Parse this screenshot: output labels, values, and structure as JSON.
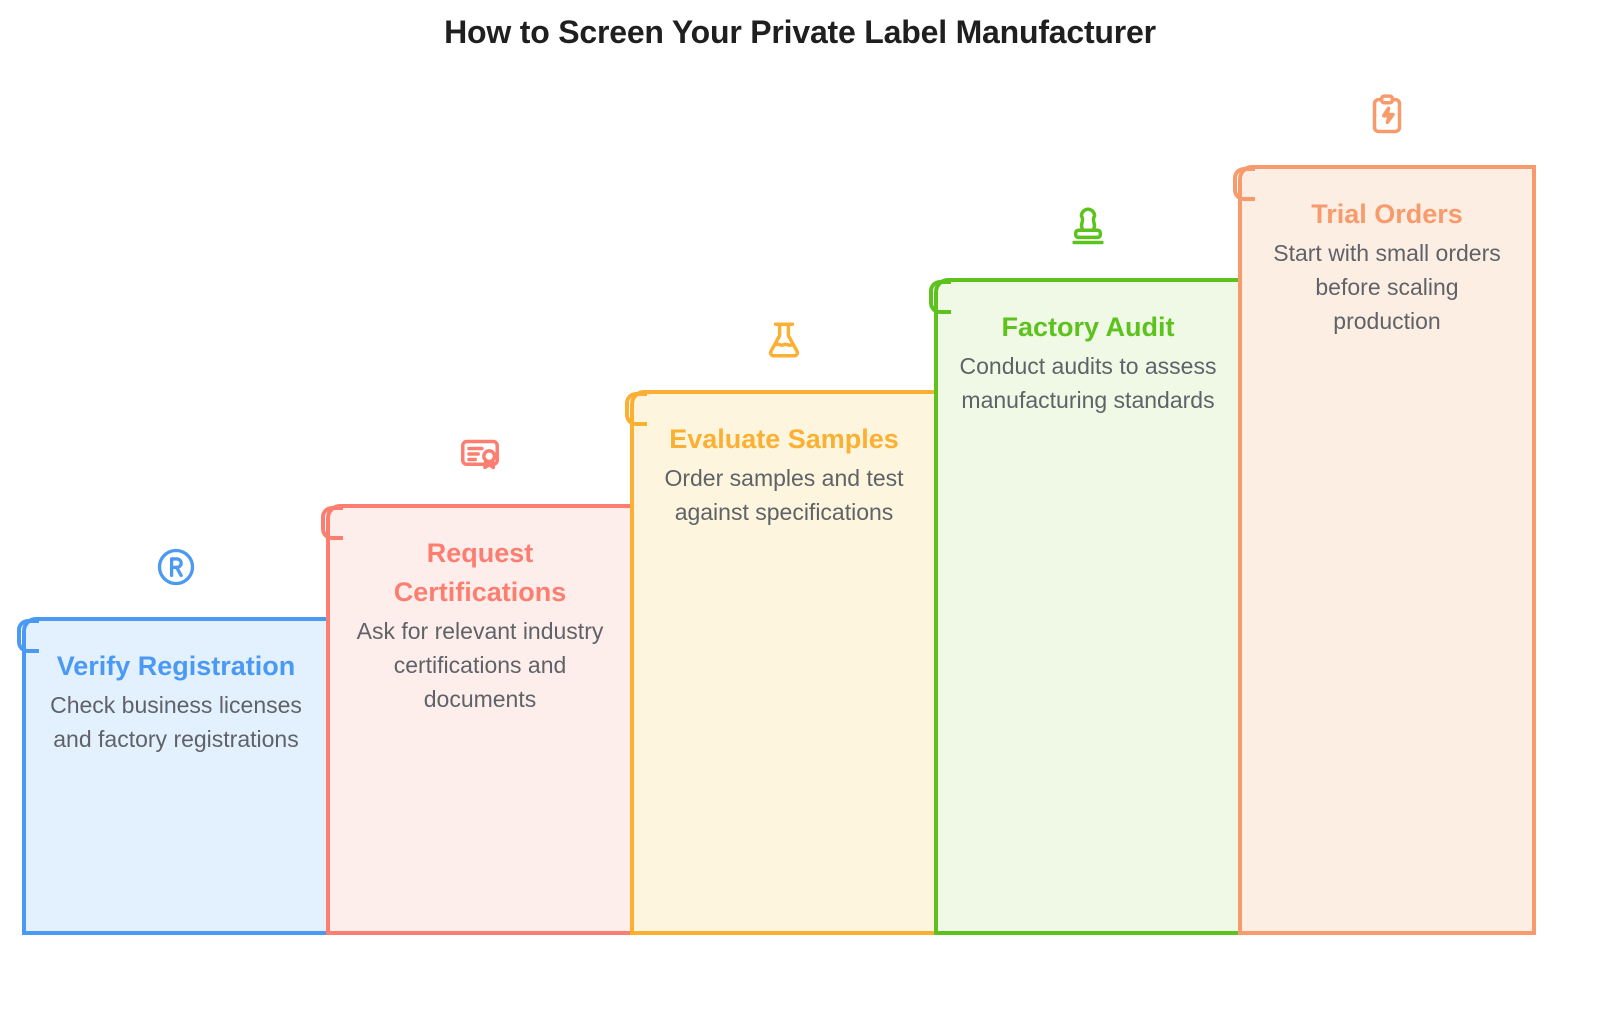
{
  "title": "How to Screen Your Private Label Manufacturer",
  "background_color": "#ffffff",
  "body_text_color": "#5f6368",
  "title_color": "#1f1f1f",
  "chart_data": {
    "type": "bar",
    "title": "How to Screen Your Private Label Manufacturer",
    "xlabel": "",
    "ylabel": "",
    "categories": [
      "Verify Registration",
      "Request Certifications",
      "Evaluate Samples",
      "Factory Audit",
      "Trial Orders"
    ],
    "values": [
      1,
      2,
      3,
      4,
      5
    ],
    "note": "Ascending staircase infographic: each successive step is taller than the previous one."
  },
  "steps": [
    {
      "index": "1",
      "heading": "Verify Registration",
      "description": "Check business licenses and factory registrations",
      "icon": "registered-trademark-icon",
      "accent_color": "#4a9af5",
      "fill_color": "#e3f0fd",
      "heading_color": "#4a9af5"
    },
    {
      "index": "2",
      "heading": "Request Certifications",
      "description": "Ask for relevant industry certifications and documents",
      "icon": "certificate-icon",
      "accent_color": "#fb7e70",
      "fill_color": "#fdeeec",
      "heading_color": "#fb7e70"
    },
    {
      "index": "3",
      "heading": "Evaluate Samples",
      "description": "Order samples and test against specifications",
      "icon": "flask-icon",
      "accent_color": "#fbb034",
      "fill_color": "#fdf5dd",
      "heading_color": "#fbb034"
    },
    {
      "index": "4",
      "heading": "Factory Audit",
      "description": "Conduct audits to assess manufacturing standards",
      "icon": "stamp-icon",
      "accent_color": "#5dc21e",
      "fill_color": "#eff9e6",
      "heading_color": "#5dc21e"
    },
    {
      "index": "5",
      "heading": "Trial Orders",
      "description": "Start with small orders before scaling production",
      "icon": "clipboard-bolt-icon",
      "accent_color": "#f89b6c",
      "fill_color": "#fdeee4",
      "heading_color": "#f89b6c"
    }
  ]
}
